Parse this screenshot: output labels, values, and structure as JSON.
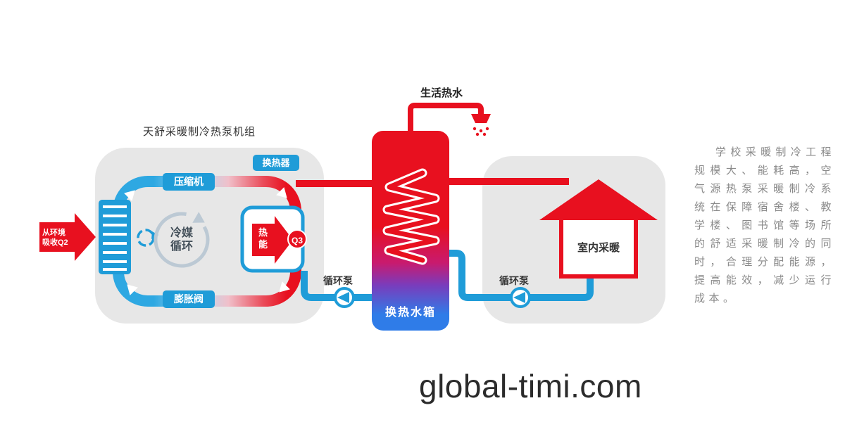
{
  "diagram": {
    "unit": {
      "title": "天舒采暖制冷热泵机组",
      "compressor": "压缩机",
      "heat_exchanger": "换热器",
      "expansion_valve": "膨胀阀",
      "refrigerant_cycle": "冷媒循环",
      "env_absorb_line1": "从环境",
      "env_absorb_line2": "吸收Q2",
      "heat_energy": "热能",
      "q3": "Q3"
    },
    "tank": {
      "label": "换热水箱",
      "hot_water": "生活热水"
    },
    "pumps": {
      "left": "循环泵",
      "right": "循环泵"
    },
    "house": {
      "label": "室内采暖"
    },
    "description": "学校采暖制冷工程规模大、能耗高，空气源热泵采暖制冷系统在保障宿舍楼、教学楼、图书馆等场所的舒适采暖制冷的同时，合理分配能源，提高能效，减少运行成本。",
    "colors": {
      "red": "#e8101f",
      "blue": "#1f9cd8",
      "panel_gray": "#e7e7e7"
    }
  },
  "watermark": "global-timi.com"
}
